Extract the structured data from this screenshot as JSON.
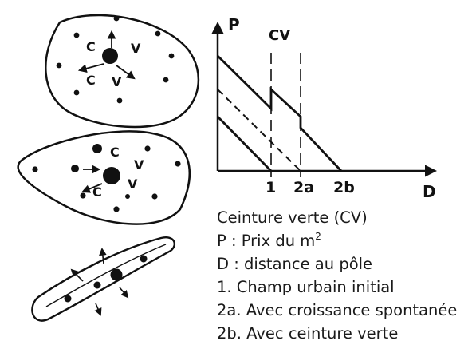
{
  "graph": {
    "y_axis_label": "P",
    "x_axis_label": "D",
    "cv_label": "CV",
    "ticks": [
      "1",
      "2a",
      "2b"
    ]
  },
  "city_sketches": {
    "label_c": "C",
    "label_v": "V"
  },
  "legend": {
    "cv": "Ceinture verte (CV)",
    "p_prefix": "P : Prix du m",
    "p_sup": "2",
    "d": "D : distance au pôle",
    "item1": "1. Champ urbain initial",
    "item2a": "2a. Avec croissance spontanée",
    "item2b": "2b. Avec ceinture verte"
  }
}
